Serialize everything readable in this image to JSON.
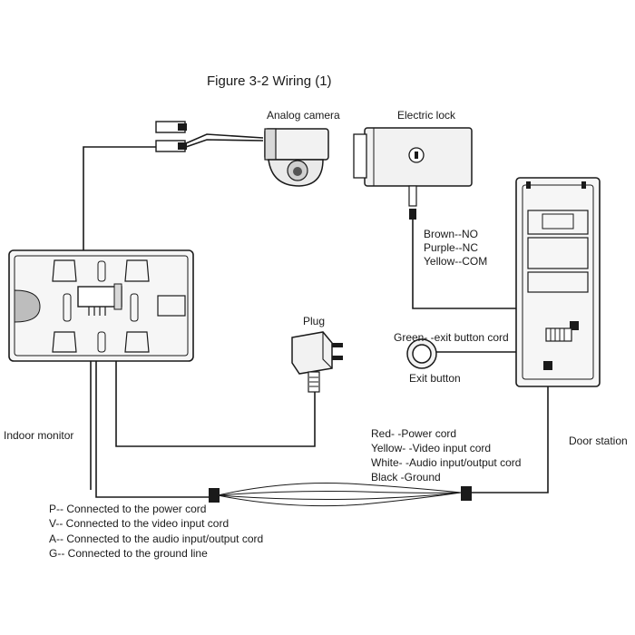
{
  "title": "Figure 3-2 Wiring (1)",
  "components": {
    "analog_camera": "Analog camera",
    "electric_lock": "Electric lock",
    "plug": "Plug",
    "exit_button": "Exit button",
    "indoor_monitor": "Indoor monitor",
    "door_station": "Door station"
  },
  "lock_wires": [
    "Brown--NO",
    "Purple--NC",
    "Yellow--COM"
  ],
  "exit_button_cord": "Green- -exit button cord",
  "cable_colors": [
    "Red- -Power cord",
    "Yellow- -Video input cord",
    "White- -Audio input/output cord",
    "Black -Ground"
  ],
  "legend": [
    "P-- Connected to the power cord",
    "V-- Connected to the video input cord",
    "A-- Connected to the audio input/output cord",
    "G-- Connected to the ground line"
  ],
  "colors": {
    "line": "#1a1a1a",
    "device_fill": "#f2f2f2",
    "device_dark": "#5a5a5a"
  }
}
